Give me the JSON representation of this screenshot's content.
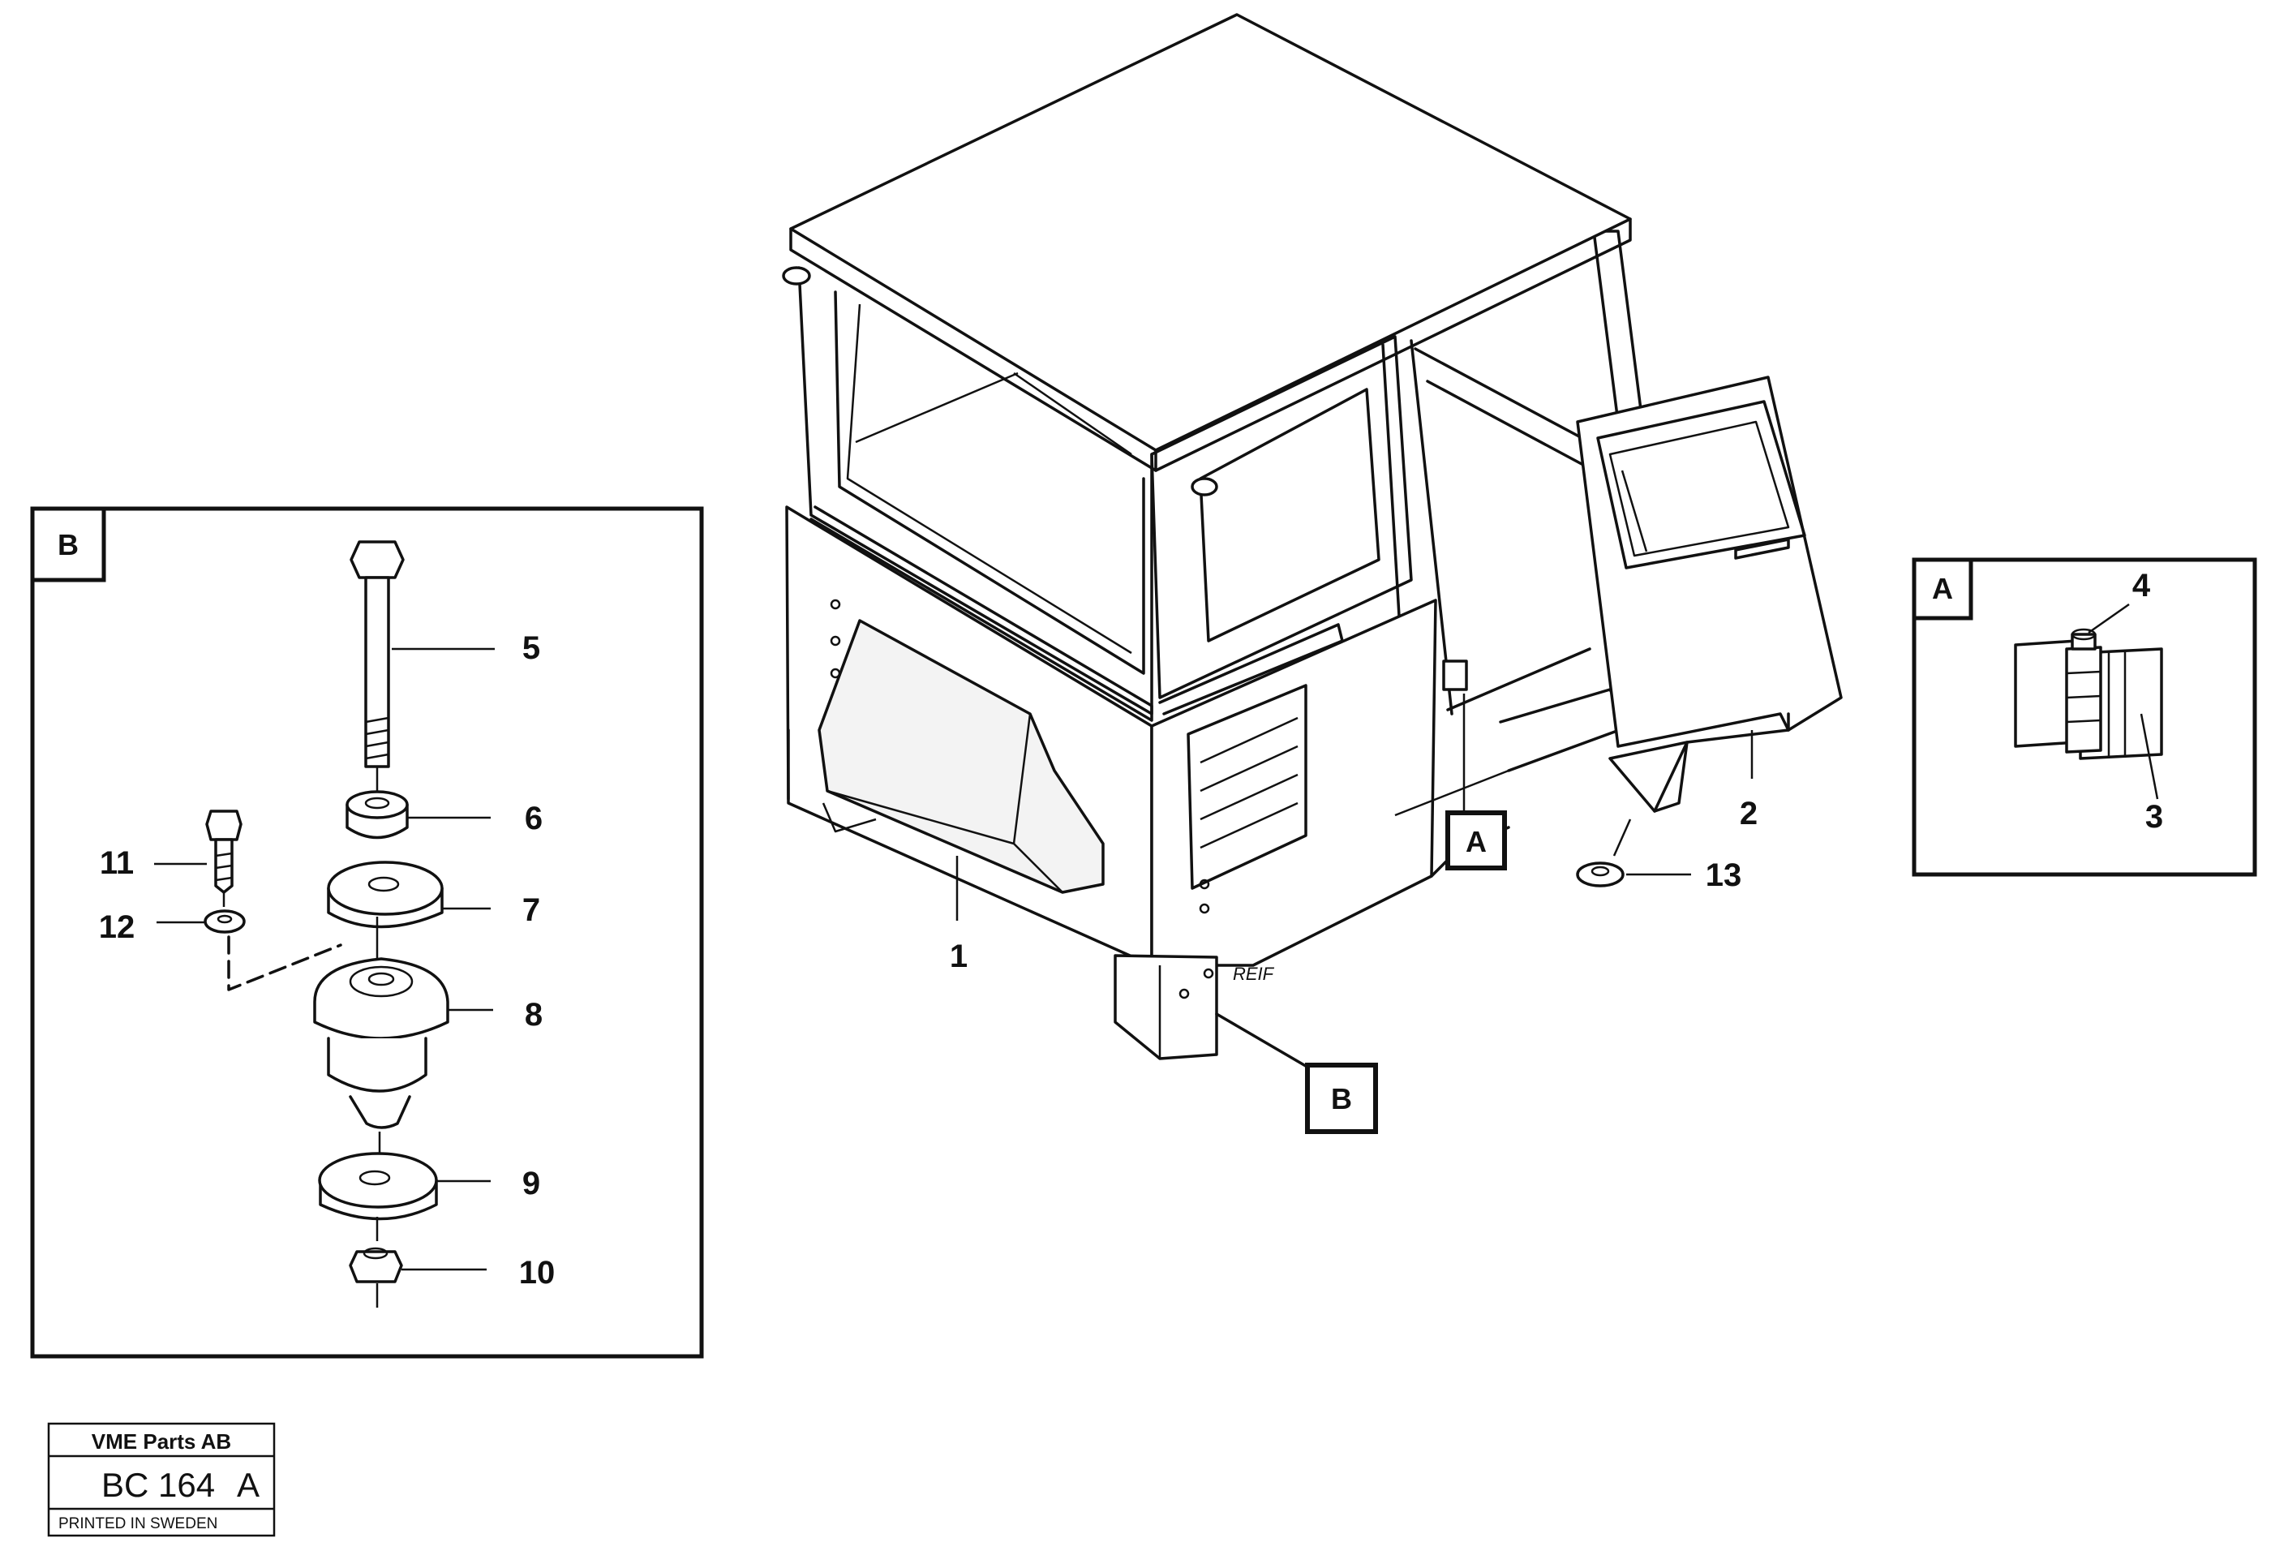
{
  "callouts": {
    "c1": "1",
    "c2": "2",
    "c3": "3",
    "c4": "4",
    "c5": "5",
    "c6": "6",
    "c7": "7",
    "c8": "8",
    "c9": "9",
    "c10": "10",
    "c11": "11",
    "c12": "12",
    "c13": "13"
  },
  "detail_b": {
    "tag": "B"
  },
  "detail_a": {
    "tag": "A"
  },
  "ref_tags": {
    "a": "A",
    "b": "B"
  },
  "title_block": {
    "company": "VME Parts AB",
    "code": "BC 164",
    "revision": "A",
    "printed": "PRINTED IN SWEDEN"
  },
  "signature": "REIF"
}
